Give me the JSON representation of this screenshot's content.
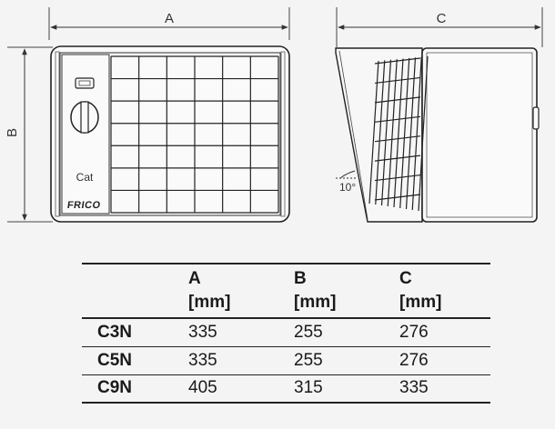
{
  "drawing": {
    "dimension_labels": {
      "width": "A",
      "height": "B",
      "depth": "C"
    },
    "angle_label": "10°",
    "control_label": "Cat",
    "brand_label": "FRICO"
  },
  "table": {
    "headers": [
      {
        "name": "",
        "unit": ""
      },
      {
        "name": "A",
        "unit": "[mm]"
      },
      {
        "name": "B",
        "unit": "[mm]"
      },
      {
        "name": "C",
        "unit": "[mm]"
      }
    ],
    "rows": [
      {
        "model": "C3N",
        "a": "335",
        "b": "255",
        "c": "276"
      },
      {
        "model": "C5N",
        "a": "335",
        "b": "255",
        "c": "276"
      },
      {
        "model": "C9N",
        "a": "405",
        "b": "315",
        "c": "335"
      }
    ]
  }
}
